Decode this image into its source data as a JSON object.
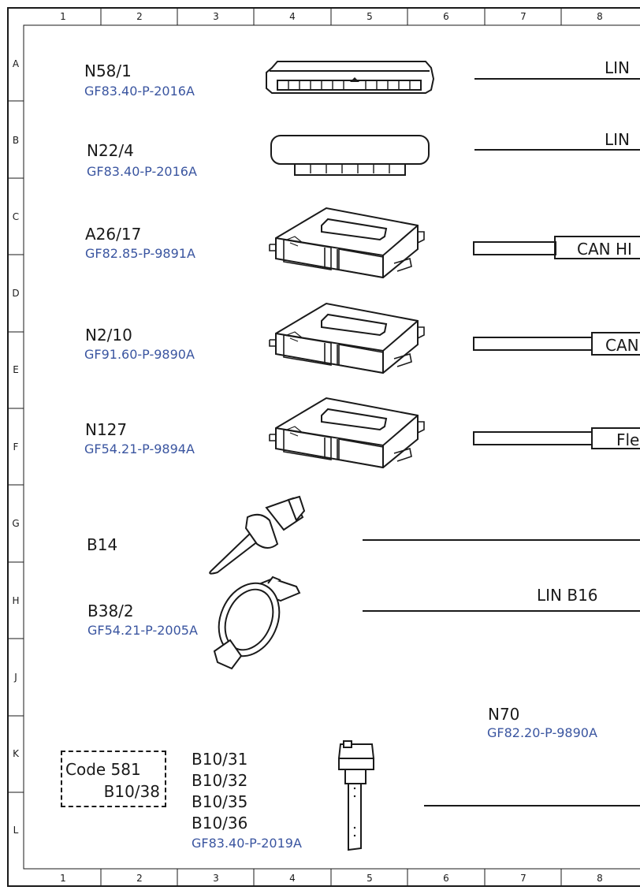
{
  "grid": {
    "columns": [
      "1",
      "2",
      "3",
      "4",
      "5",
      "6",
      "7",
      "8"
    ],
    "rows": [
      "A",
      "B",
      "C",
      "D",
      "E",
      "F",
      "G",
      "H",
      "J",
      "K",
      "L"
    ]
  },
  "components": {
    "n58_1": {
      "label": "N58/1",
      "ref": "GF83.40-P-2016A"
    },
    "n22_4": {
      "label": "N22/4",
      "ref": "GF83.40-P-2016A"
    },
    "a26_17": {
      "label": "A26/17",
      "ref": "GF82.85-P-9891A"
    },
    "n2_10": {
      "label": "N2/10",
      "ref": "GF91.60-P-9890A"
    },
    "n127": {
      "label": "N127",
      "ref": "GF54.21-P-9894A"
    },
    "b14": {
      "label": "B14"
    },
    "b38_2": {
      "label": "B38/2",
      "ref": "GF54.21-P-2005A"
    },
    "n70": {
      "label": "N70",
      "ref": "GF82.20-P-9890A"
    },
    "b10": {
      "labels": [
        "B10/31",
        "B10/32",
        "B10/35",
        "B10/36"
      ],
      "ref": "GF83.40-P-2019A"
    }
  },
  "code_box": {
    "line1": "Code 581",
    "line2": "B10/38"
  },
  "buses": {
    "a": "LIN",
    "b": "LIN",
    "c": "CAN HI",
    "e": "CAN",
    "f": "Fle",
    "h": "LIN B16"
  },
  "colors": {
    "line": "#1a1a1a",
    "ref_text": "#3a55a0"
  }
}
